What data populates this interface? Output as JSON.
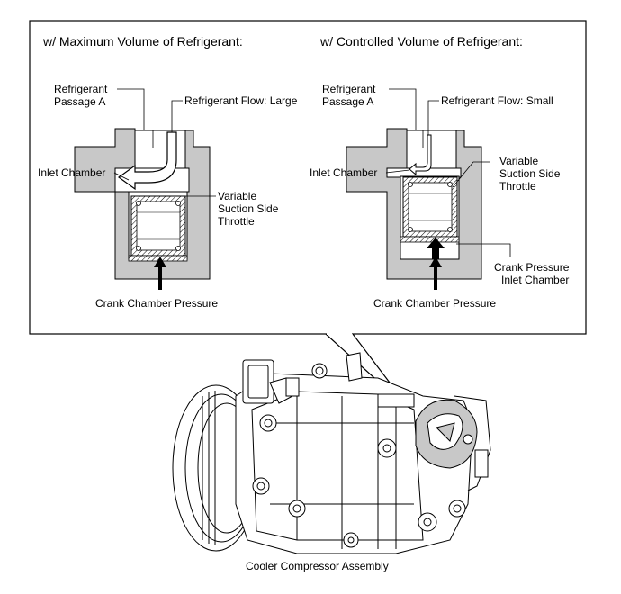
{
  "left_panel": {
    "heading": "w/ Maximum Volume of Refrigerant:",
    "label_passage": "Refrigerant\nPassage A",
    "label_flow": "Refrigerant Flow: Large",
    "label_inlet": "Inlet Chamber",
    "label_throttle": "Variable\nSuction Side\nThrottle",
    "label_crank": "Crank Chamber Pressure"
  },
  "right_panel": {
    "heading": "w/ Controlled Volume of Refrigerant:",
    "label_passage": "Refrigerant\nPassage A",
    "label_flow": "Refrigerant Flow: Small",
    "label_inlet": "Inlet Chamber",
    "label_throttle": "Variable\nSuction Side\nThrottle",
    "label_crank_inlet": "Crank Pressure\nInlet Chamber",
    "label_crank": "Crank Chamber Pressure"
  },
  "assembly": {
    "caption": "Cooler Compressor Assembly"
  },
  "colors": {
    "housing": "#c8c8c8",
    "line": "#000000",
    "background": "#ffffff"
  }
}
